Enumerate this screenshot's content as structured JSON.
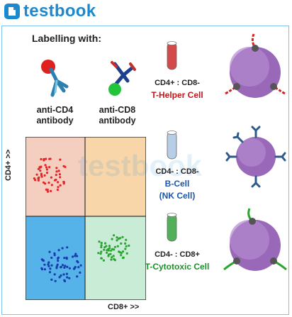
{
  "brand": {
    "name": "testbook",
    "icon": "testbook-logo-icon"
  },
  "diagram": {
    "heading": "Labelling with:",
    "antibodies": [
      {
        "line1": "anti-CD4",
        "line2": "antibody",
        "tag_color": "#e0201c"
      },
      {
        "line1": "anti-CD8",
        "line2": "antibody",
        "tag_color": "#22c43a"
      }
    ],
    "axis": {
      "y": "CD4+ >>",
      "x": "CD8+ >>"
    },
    "quadrant_colors": {
      "top_left": "#f4cfc0",
      "top_right": "#f8d6a9",
      "bottom_left": "#56b3ea",
      "bottom_right": "#c8ecd6"
    },
    "cells": [
      {
        "markers": "CD4+ : CD8-",
        "name": "T-Helper Cell",
        "name2": "",
        "tube_color": "#d24a4a",
        "name_color": "#c0181c"
      },
      {
        "markers": "CD4- : CD8-",
        "name": "B-Cell",
        "name2": "(NK Cell)",
        "tube_color": "#b8cde6",
        "name_color": "#1a56b0"
      },
      {
        "markers": "CD4- : CD8+",
        "name": "T-Cytotoxic Cell",
        "name2": "",
        "tube_color": "#52b05a",
        "name_color": "#1f8f2a"
      }
    ],
    "dot_colors": {
      "cd4": "#e3262a",
      "double_neg": "#1a3ab0",
      "cd8": "#2aa52f"
    },
    "watermark": "testbook"
  }
}
